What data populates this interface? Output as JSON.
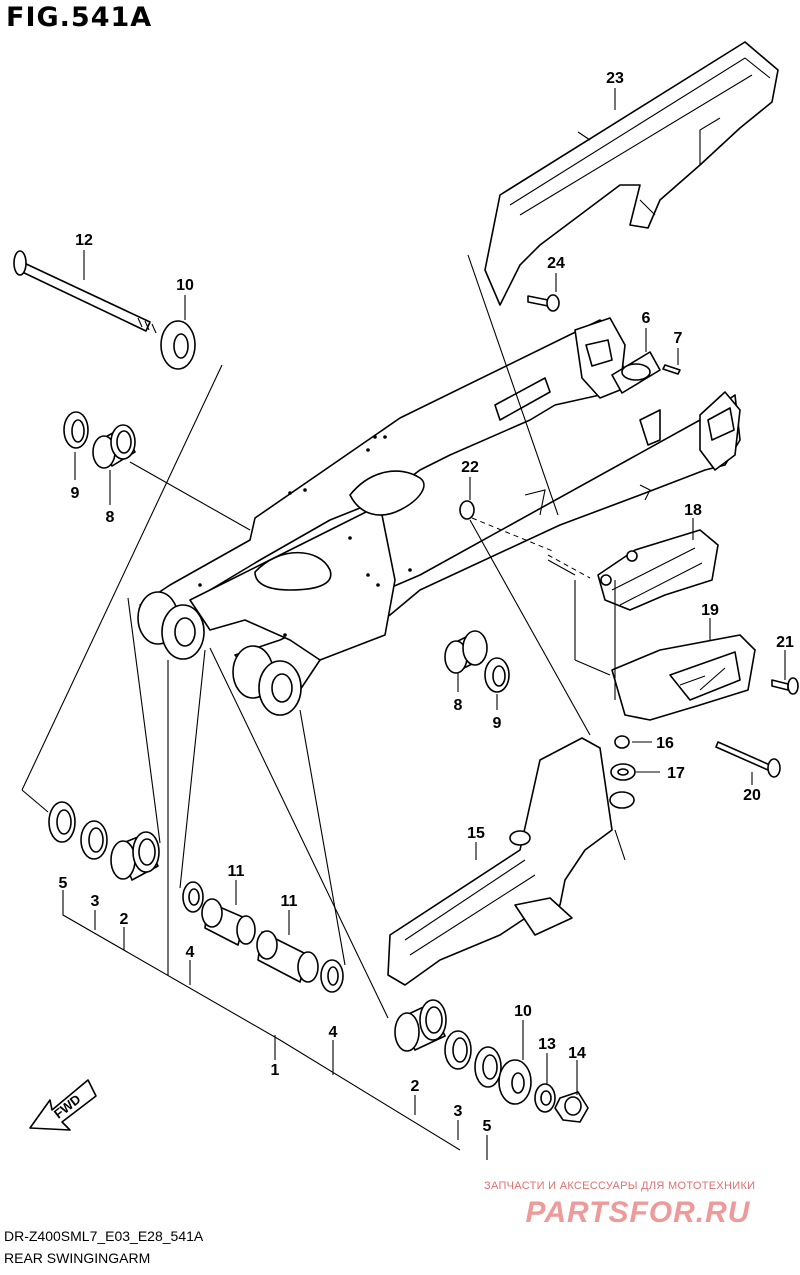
{
  "figure": {
    "title": "FIG.541A",
    "code": "DR-Z400SML7_E03_E28_541A",
    "name": "REAR SWINGINGARM"
  },
  "direction_arrow": {
    "label": "FWD"
  },
  "watermark": {
    "top_text": "ЗАПЧАСТИ И АКСЕССУАРЫ ДЛЯ МОТОТЕХНИКИ",
    "logo_text": "PARTSFOR.RU"
  },
  "callouts": {
    "c1": "1",
    "c2a": "2",
    "c2b": "2",
    "c3a": "3",
    "c3b": "3",
    "c4a": "4",
    "c4b": "4",
    "c5a": "5",
    "c5b": "5",
    "c6": "6",
    "c7": "7",
    "c8a": "8",
    "c8b": "8",
    "c9a": "9",
    "c9b": "9",
    "c10a": "10",
    "c10b": "10",
    "c11a": "11",
    "c11b": "11",
    "c12": "12",
    "c13": "13",
    "c14": "14",
    "c15": "15",
    "c16": "16",
    "c17": "17",
    "c18": "18",
    "c19": "19",
    "c20": "20",
    "c21": "21",
    "c22": "22",
    "c23": "23",
    "c24": "24"
  }
}
